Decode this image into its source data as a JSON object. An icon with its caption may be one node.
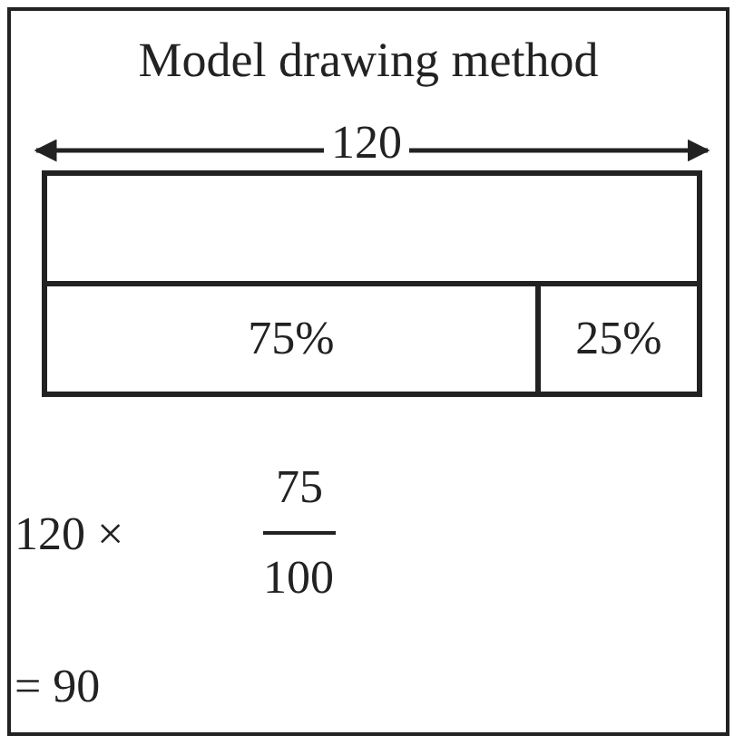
{
  "diagram": {
    "title": "Model drawing method",
    "nodes": [
      {
        "text": [],
        "shape": "bar"
      },
      {
        "text": [
          "75%"
        ]
      },
      {
        "text": [
          "25%"
        ]
      }
    ],
    "labels": [
      "120",
      "120 ×",
      "75",
      "100",
      "= 90"
    ]
  }
}
